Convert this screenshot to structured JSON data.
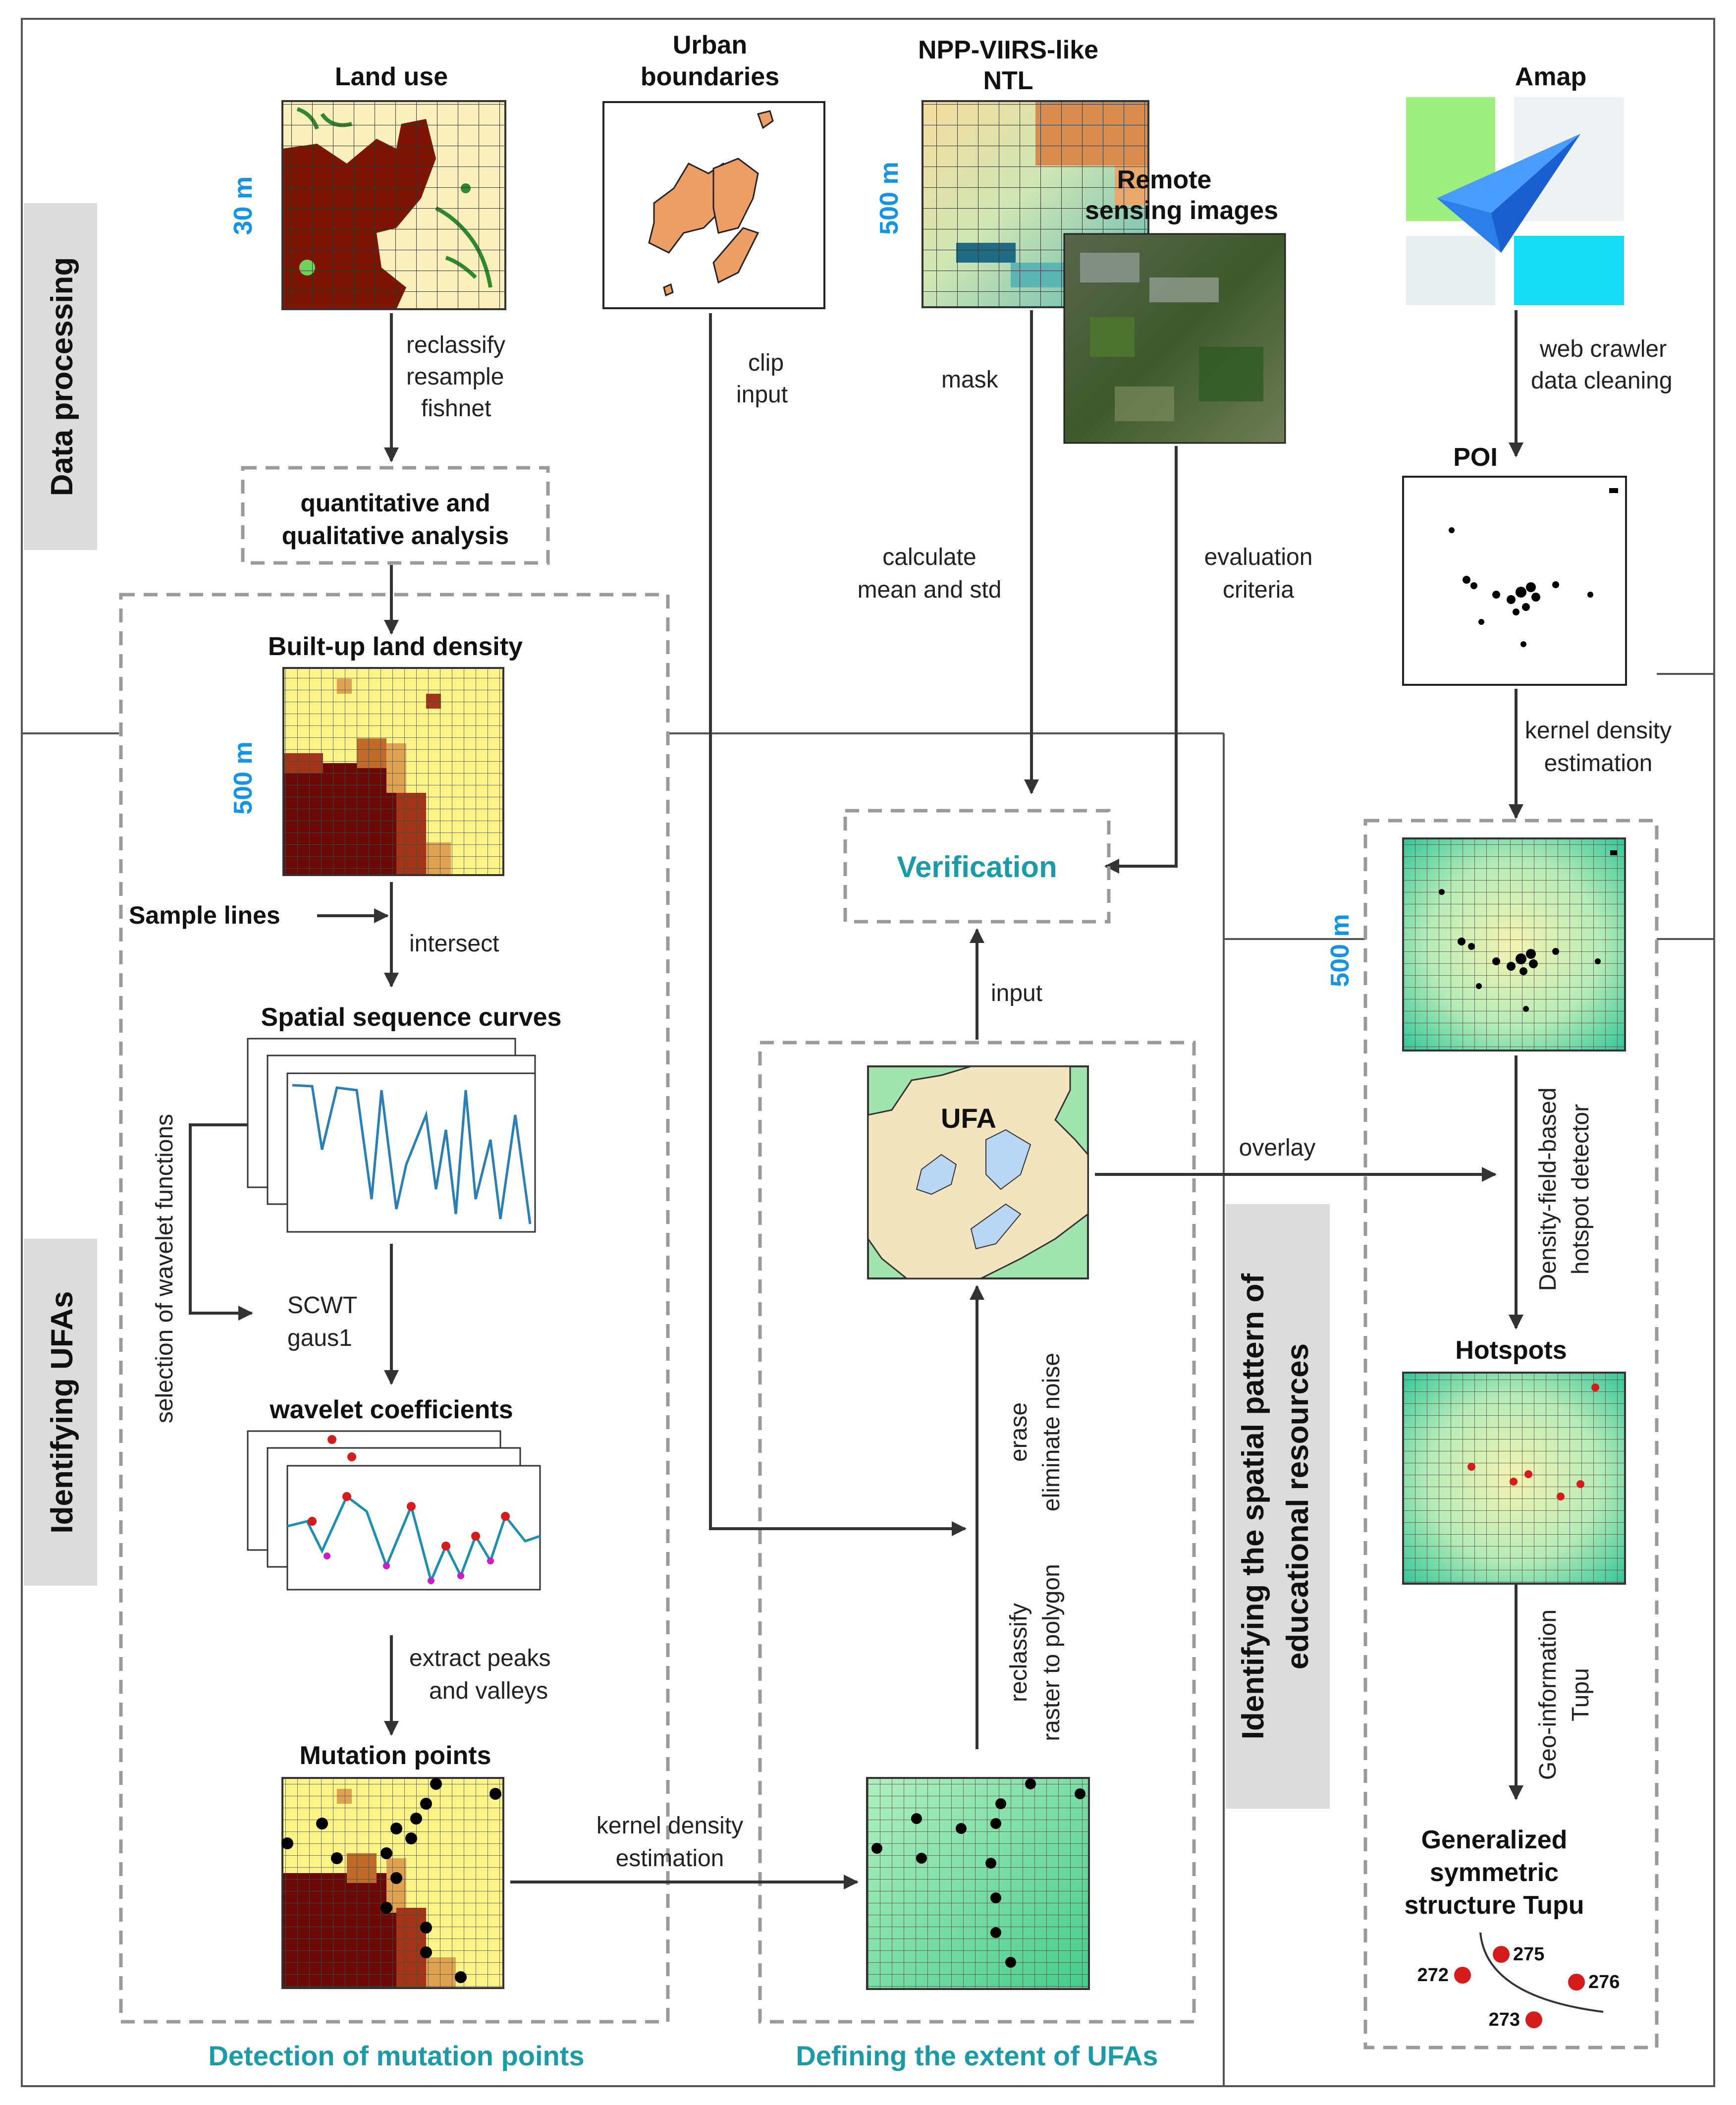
{
  "sections": {
    "data_processing": "Data    processing",
    "identifying_ufas": "Identifying    UFAs",
    "spatial_pattern_line1": "Identifying the spatial pattern of",
    "spatial_pattern_line2": "educational resources"
  },
  "sources": {
    "land_use": "Land use",
    "land_use_res": "30 m",
    "urban_boundaries_1": "Urban",
    "urban_boundaries_2": "boundaries",
    "ntl_1": "NPP-VIIRS-like",
    "ntl_2": "NTL",
    "ntl_res": "500 m",
    "rs_1": "Remote",
    "rs_2": "sensing images",
    "amap": "Amap",
    "poi": "POI"
  },
  "steps": {
    "reclassify": "reclassify",
    "resample": "resample",
    "fishnet": "fishnet",
    "qa_1": "quantitative and",
    "qa_2": "qualitative analysis",
    "clip": "clip",
    "input": "input",
    "mask": "mask",
    "calc_1": "calculate",
    "calc_2": "mean and std",
    "eval_1": "evaluation",
    "eval_2": "criteria",
    "crawler_1": "web crawler",
    "crawler_2": "data cleaning",
    "kde_1": "kernel density",
    "kde_2": "estimation",
    "verification": "Verification",
    "built_up": "Built-up land density",
    "built_up_res": "500 m",
    "sample_lines": "Sample lines",
    "intersect": "intersect",
    "curves": "Spatial sequence curves",
    "wavelet_sel": "selection of wavelet functions",
    "scwt_1": "SCWT",
    "scwt_2": "gaus1",
    "coeffs": "wavelet coefficients",
    "extract_1": "extract peaks",
    "extract_2": "and valleys",
    "mutation": "Mutation points",
    "kde2_1": "kernel density",
    "kde2_2": "estimation",
    "input_up": "input",
    "ufa": "UFA",
    "erase_1": "erase",
    "erase_2": "eliminate noise",
    "reclass_1": "reclassify",
    "reclass_2": "raster to polygon",
    "overlay": "overlay",
    "density_res": "500 m",
    "hotspot_det_1": "Density-field-based",
    "hotspot_det_2": "hotspot detector",
    "hotspots": "Hotspots",
    "geo_1": "Geo-information",
    "geo_2": "Tupu",
    "tupu_1": "Generalized",
    "tupu_2": "symmetric",
    "tupu_3": "structure Tupu"
  },
  "tupu_points": [
    "272",
    "275",
    "276",
    "273"
  ],
  "footers": {
    "detection": "Detection of mutation points",
    "defining": "Defining the extent of UFAs"
  },
  "colors": {
    "accent_blue": "#1793e6",
    "accent_teal": "#1b9aa8",
    "land_red": "#7e1406",
    "land_cream": "#fbefbd",
    "urban_orange": "#ec9e66",
    "ufa_blue": "#b9d6f2",
    "ufa_tan": "#f3e4c0",
    "ufa_green": "#a2e4b0",
    "density_green": "#3fcf94",
    "hotspot_red": "#d41c1c"
  },
  "icons": [
    "amap-logo-icon",
    "paper-plane-icon"
  ]
}
